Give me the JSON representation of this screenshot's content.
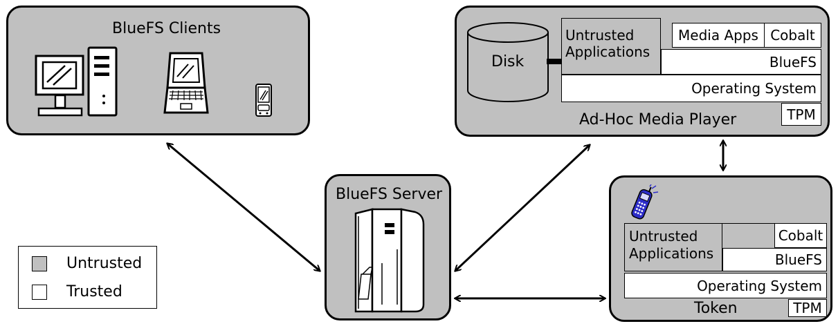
{
  "clients": {
    "title": "BlueFS Clients",
    "icons": [
      "desktop-computer-icon",
      "laptop-icon",
      "pda-icon"
    ]
  },
  "media_player": {
    "title": "Ad-Hoc Media Player",
    "disk": "Disk",
    "untrusted_line1": "Untrusted",
    "untrusted_line2": "Applications",
    "media_apps": "Media Apps",
    "cobalt": "Cobalt",
    "bluefs": "BlueFS",
    "os": "Operating System",
    "tpm": "TPM"
  },
  "server": {
    "title": "BlueFS Server",
    "icons": [
      "server-rack-icon"
    ]
  },
  "token": {
    "title": "Token",
    "untrusted_line1": "Untrusted",
    "untrusted_line2": "Applications",
    "cobalt": "Cobalt",
    "bluefs": "BlueFS",
    "os": "Operating System",
    "tpm": "TPM",
    "icons": [
      "cell-phone-icon"
    ]
  },
  "legend": {
    "untrusted": "Untrusted",
    "trusted": "Trusted"
  },
  "colors": {
    "untrusted": "#c0c0c0",
    "trusted": "#ffffff",
    "phone": "#2d2dc8"
  }
}
